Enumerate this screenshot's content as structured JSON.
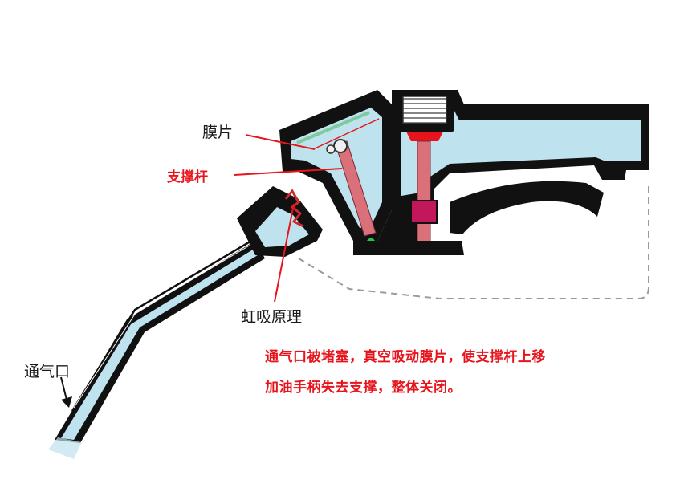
{
  "labels": {
    "diaphragm": "膜片",
    "support_rod": "支撑杆",
    "siphon_principle": "虹吸原理",
    "vent_port": "通气口"
  },
  "caption": {
    "line1": "通气口被堵塞，真空吸动膜片，使支撑杆上移",
    "line2": "加油手柄失去支撑，整体关闭。"
  },
  "colors": {
    "accent_red": "#e8141c",
    "fluid_blue": "#bfe3ee",
    "body_black": "#111111",
    "rod_pink": "#d9707a",
    "spring_pink": "#c2185b",
    "stem_green": "#7fc9a0"
  }
}
